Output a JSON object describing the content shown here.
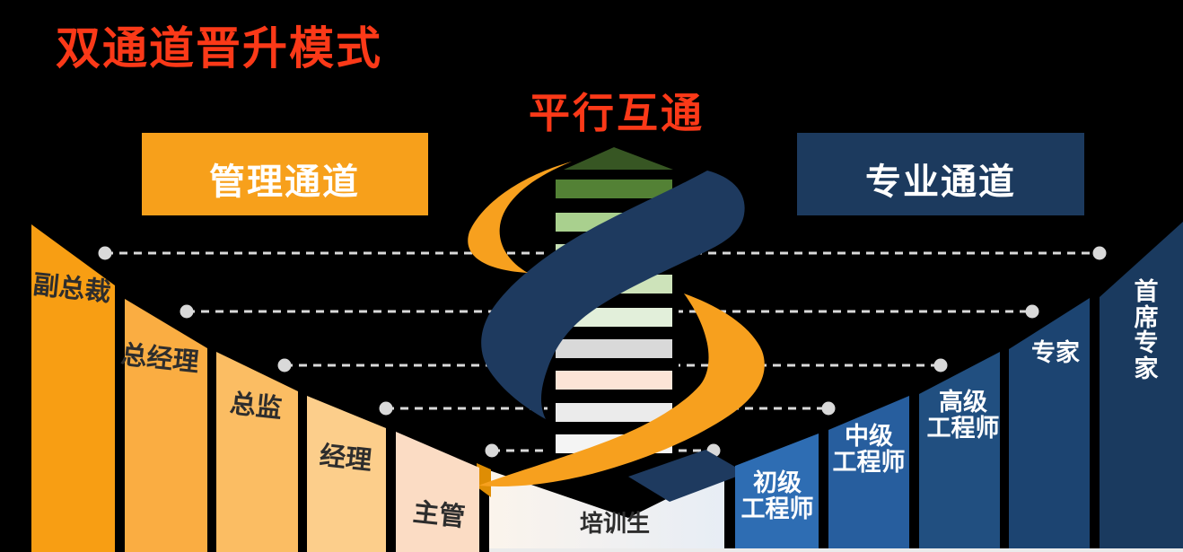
{
  "title": "双通道晋升模式",
  "center_label": "平行互通",
  "channels": {
    "management": {
      "label": "管理通道",
      "color": "#F7A01B"
    },
    "professional": {
      "label": "专业通道",
      "color": "#1C3A5E"
    }
  },
  "management_levels": [
    {
      "label": "副总裁"
    },
    {
      "label": "总经理"
    },
    {
      "label": "总监"
    },
    {
      "label": "经理"
    },
    {
      "label": "主管"
    }
  ],
  "trainee": {
    "label": "培训生"
  },
  "professional_levels": [
    {
      "label": "初级\n工程师"
    },
    {
      "label": "中级\n工程师"
    },
    {
      "label": "高级\n工程师"
    },
    {
      "label": "专家"
    },
    {
      "label": "首席\n专家"
    }
  ],
  "colors": {
    "background": "#000000",
    "accent_red": "#FB3918",
    "helix_orange": "#F7A01E",
    "helix_navy": "#1E3A5F",
    "fold_orange": "#DE8D04",
    "dash_grey": "#D9D9D9",
    "baseline_grey": "#EBEBEB",
    "management_steps": [
      "#F89E13",
      "#FAAD42",
      "#FBBD63",
      "#FCCE8B",
      "#FBDCC4"
    ],
    "professional_steps": [
      "#2E6DB3",
      "#275E9E",
      "#214F80",
      "#1C4471",
      "#1A3A5F"
    ],
    "trainee_gradient": [
      "#FBF4EC",
      "#E7EDF5"
    ],
    "ladder_arrow": "#375623",
    "ladder_rungs": [
      "#538135",
      "#A9D08E",
      "#C6E0B4",
      "#CDE3BA",
      "#E2EFDA",
      "#D9D9D9",
      "#FCE4D6",
      "#EBEBEB",
      "#F4F4F4"
    ]
  }
}
